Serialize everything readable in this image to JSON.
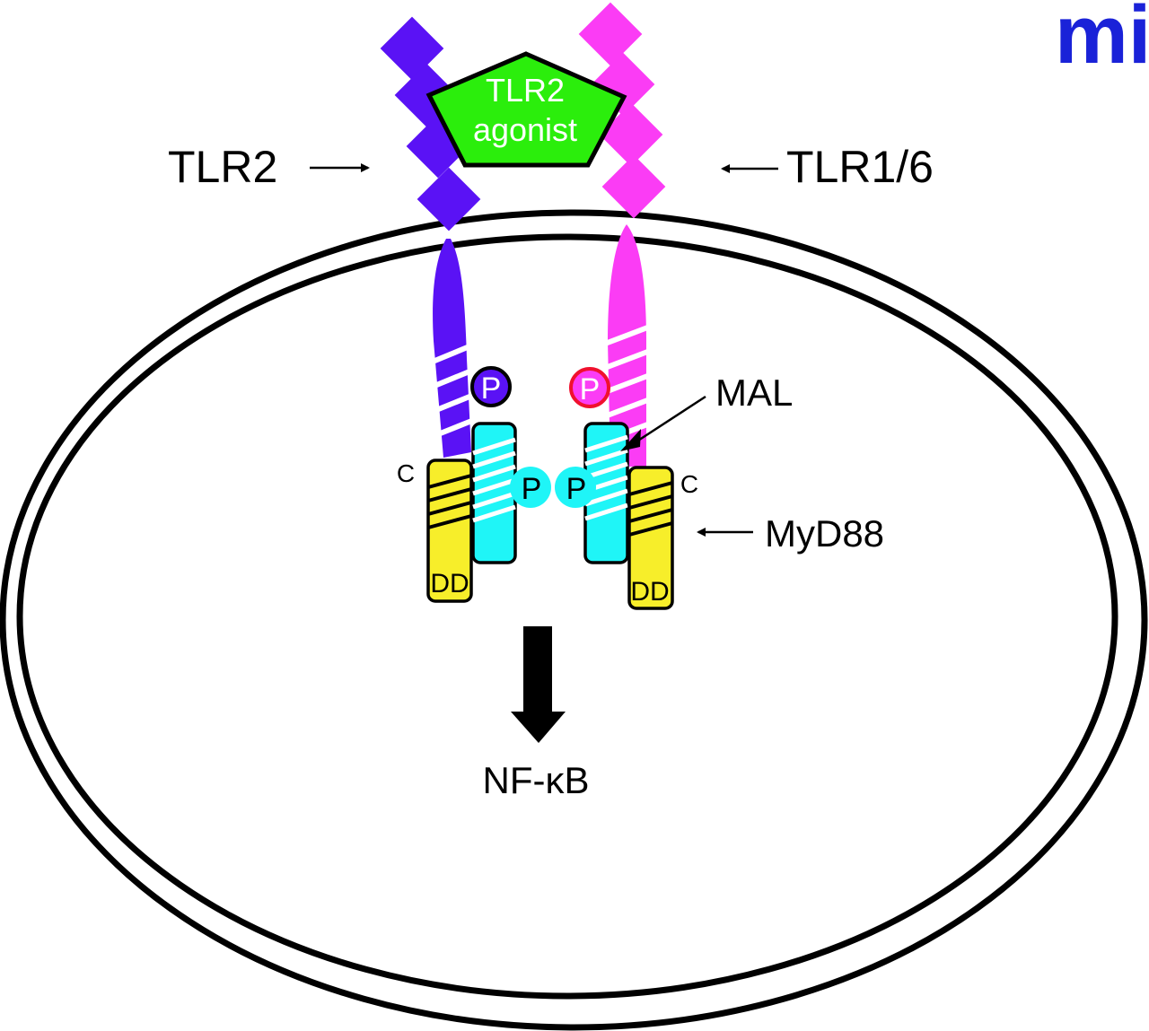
{
  "colors": {
    "tlr2": "#5a12f5",
    "tlr16": "#fb3cf5",
    "agonist": "#2bee0c",
    "mal": "#1ff5f7",
    "myd88": "#f7ee2a",
    "p_tlr16_ring": "#f0102e",
    "logo": "#1a22d8",
    "membrane": "#000000"
  },
  "logo": {
    "text": "mi"
  },
  "agonist": {
    "line1": "TLR2",
    "line2": "agonist"
  },
  "labels": {
    "tlr2": "TLR2",
    "tlr16": "TLR1/6",
    "mal": "MAL",
    "myd88": "MyD88",
    "c_left": "C",
    "c_right": "C",
    "dd_left": "DD",
    "dd_right": "DD",
    "nfkb": "NF-κB"
  },
  "phospho": {
    "tlr2": "P",
    "tlr16": "P",
    "mal_left": "P",
    "mal_right": "P"
  }
}
